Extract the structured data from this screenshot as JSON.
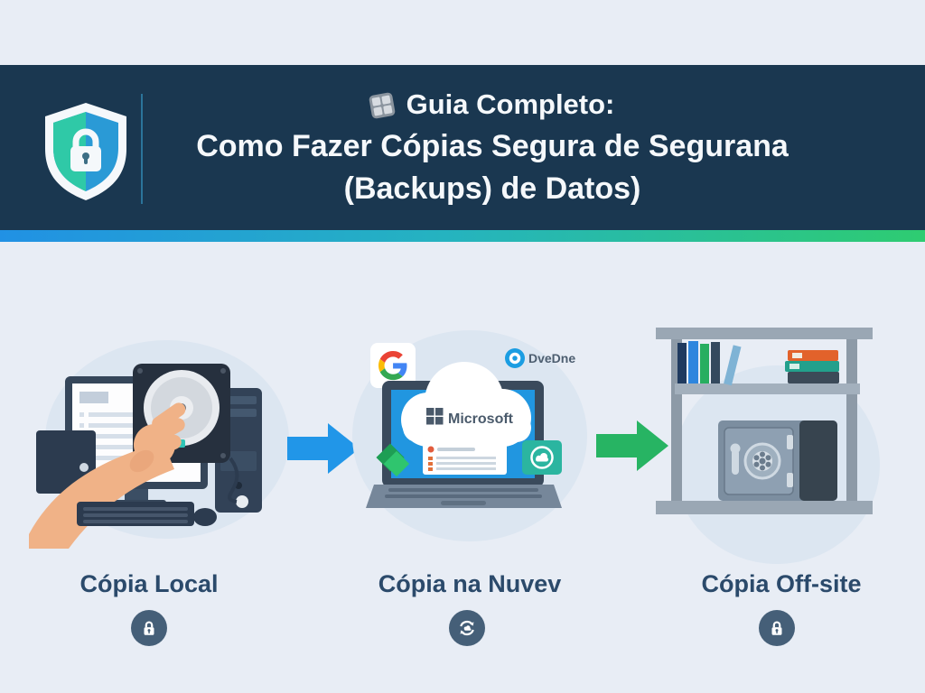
{
  "header": {
    "title_line1": "Guia Completo:",
    "title_line2": "Como Fazer Cópias Segura de Segurana",
    "title_line3": "(Backups) de Datos)",
    "background_color": "#1a3750",
    "accent_gradient": [
      "#2191e4",
      "#2ecc71"
    ],
    "shield_colors": {
      "left": "#2fc9a7",
      "right": "#2a9ad6",
      "border": "#f5f8fb"
    }
  },
  "steps": [
    {
      "label": "Cópia Local",
      "badge_icon": "lock-icon",
      "illustration": "desktop-pc-with-hard-drive-and-external-drive"
    },
    {
      "label": "Cópia na Nuvev",
      "badge_icon": "sync-icon",
      "illustration": "laptop-with-cloud-services",
      "logos": {
        "google": "G",
        "microsoft": "Microsoft",
        "onedrive": "DveDne"
      }
    },
    {
      "label": "Cópia Off-site",
      "badge_icon": "lock-icon",
      "illustration": "safe-vault-on-shelf-with-books"
    }
  ],
  "arrows": [
    {
      "direction": "right",
      "color": "#2196e8"
    },
    {
      "direction": "right",
      "color": "#27b463"
    }
  ]
}
